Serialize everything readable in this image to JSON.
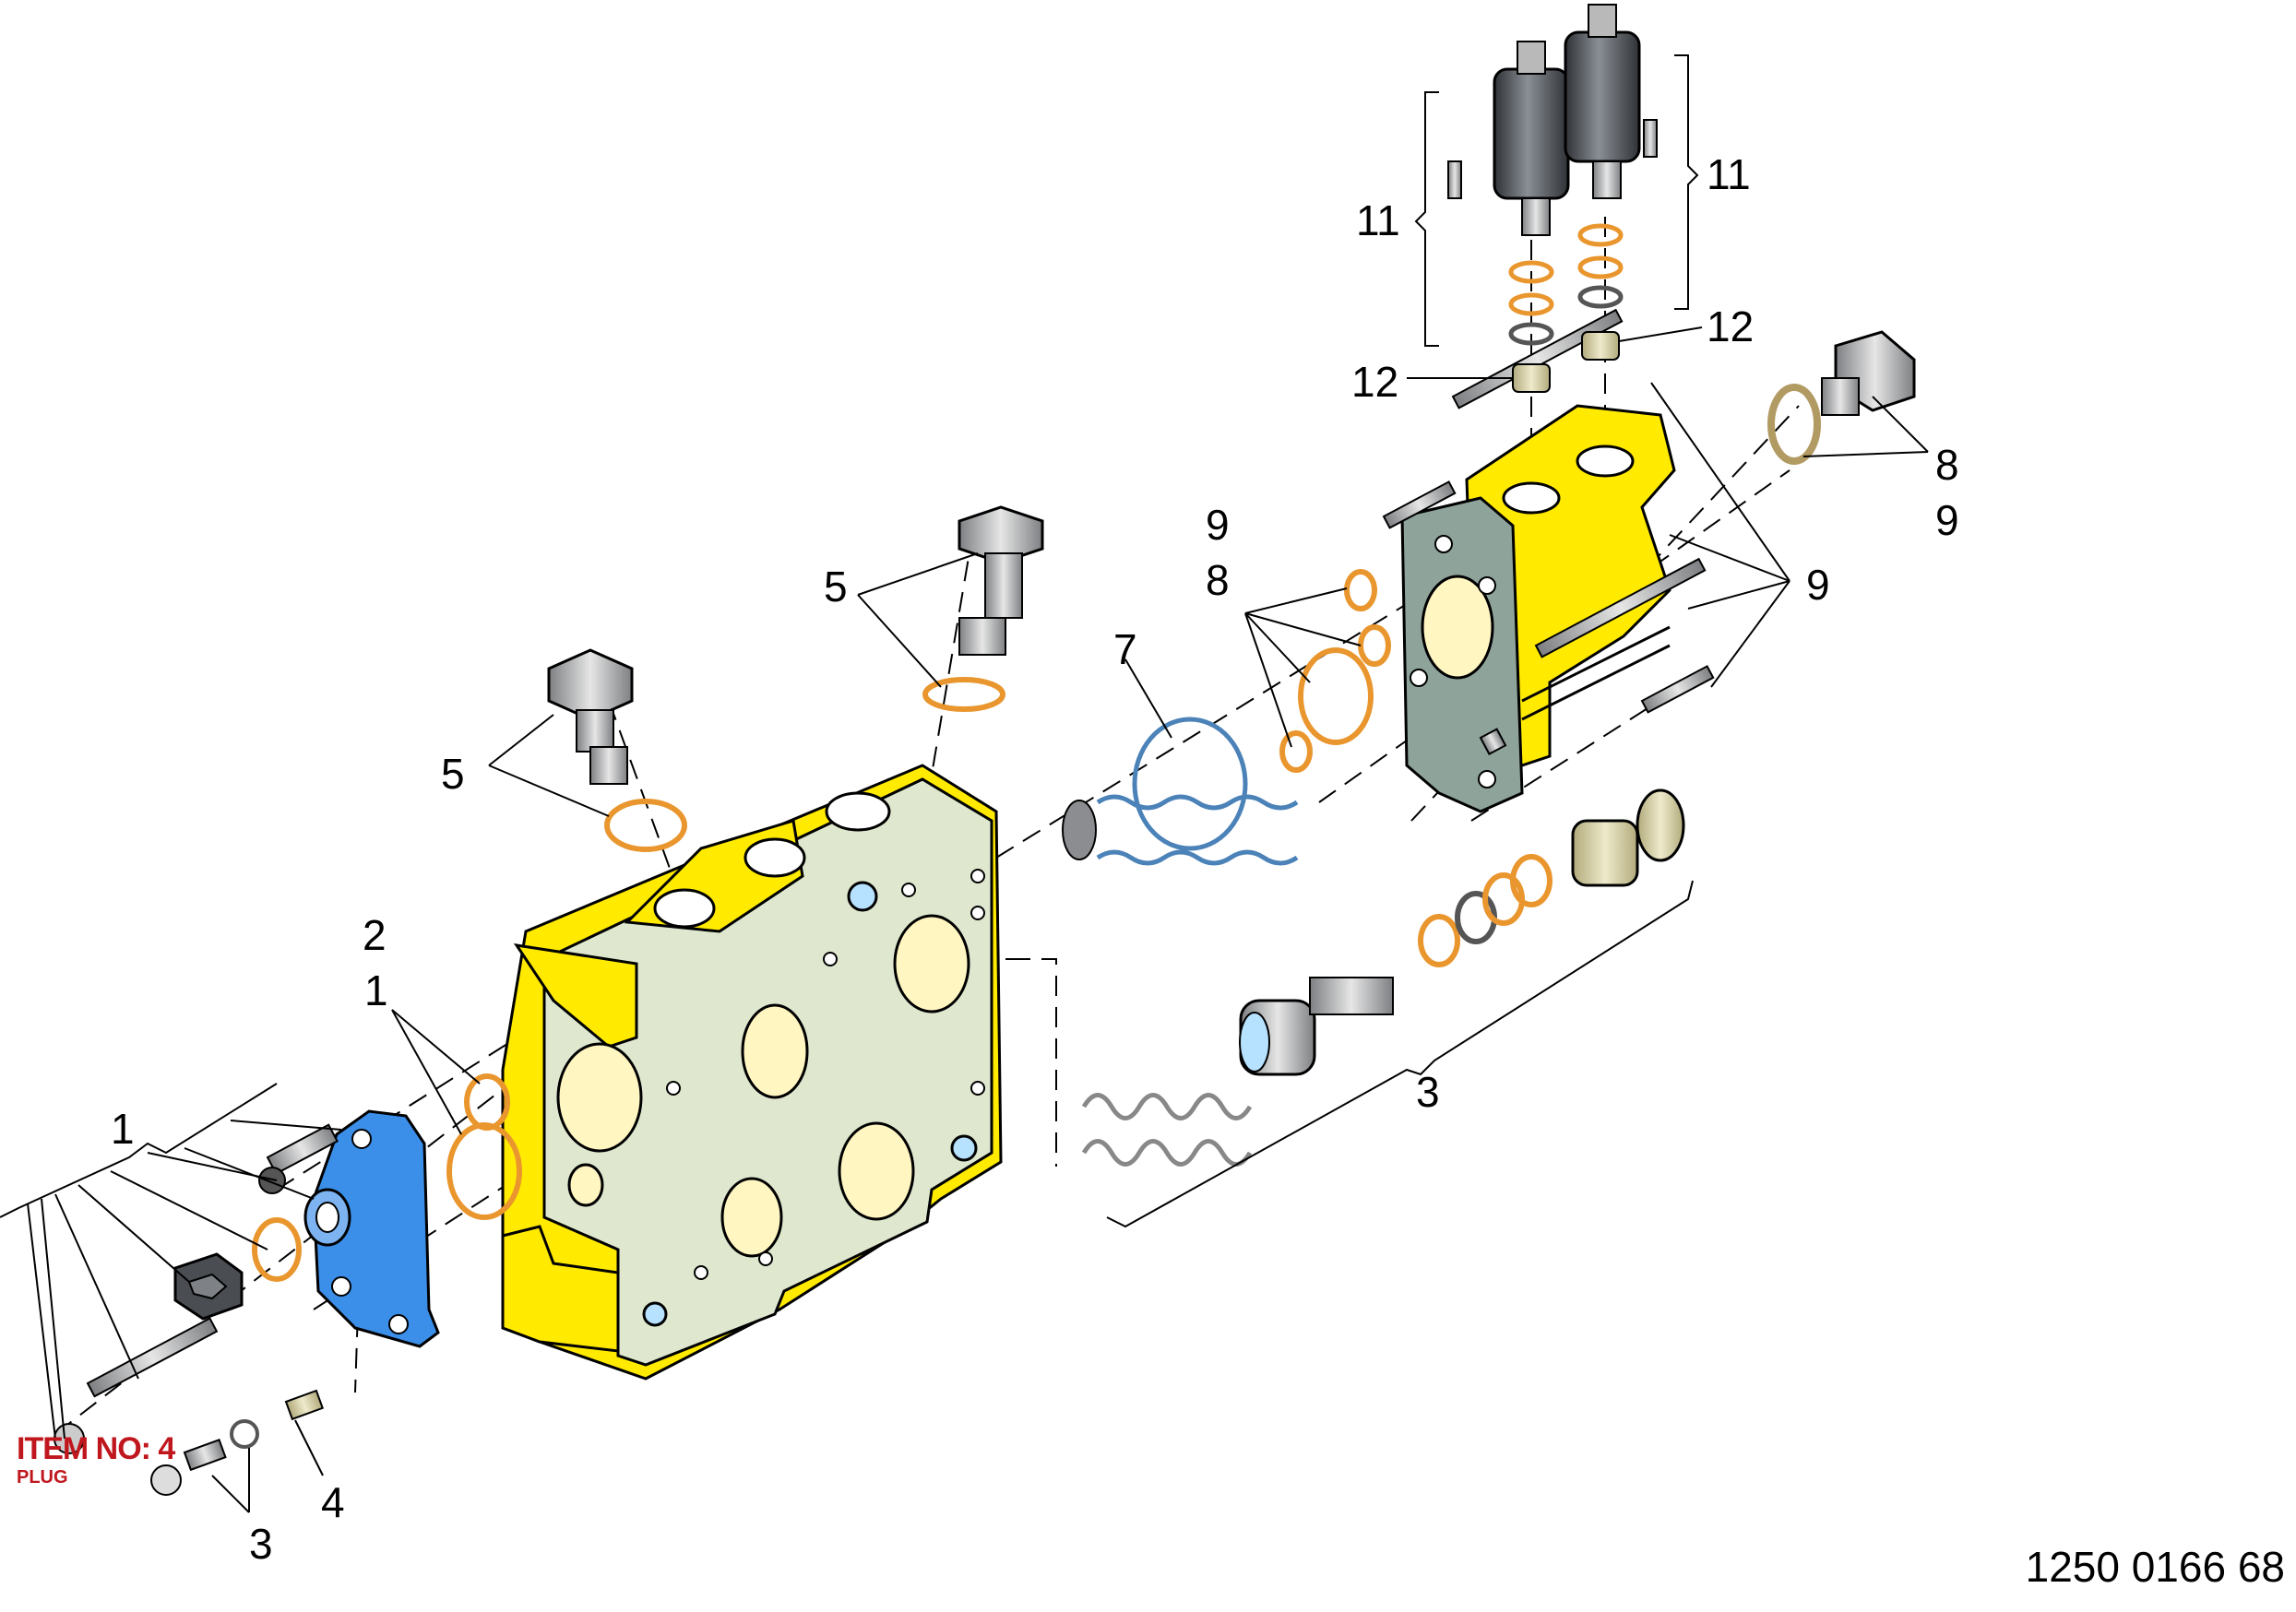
{
  "drawing_number": "1250 0166 68",
  "item_tag": {
    "title": "ITEM NO: 4",
    "subtitle": "PLUG"
  },
  "labels": {
    "l1_left": "1",
    "l1_mid": "1",
    "l2": "2",
    "l3_bottom": "3",
    "l3_right": "3",
    "l4": "4",
    "l5_left": "5",
    "l5_top": "5",
    "l7": "7",
    "l8_left": "8",
    "l9_left": "9",
    "l8_right": "8",
    "l9_right": "9",
    "l9_mid": "9",
    "l11_left": "11",
    "l11_right": "11",
    "l12_left": "12",
    "l12_right": "12"
  },
  "colors": {
    "housing_yellow": "#ffea00",
    "housing_face": "#dfe8cf",
    "cover_blue": "#3b8fe8",
    "seal_orange": "#e9962e",
    "endplate_grey": "#8ea39a",
    "solenoid_dark": "#4a4d52",
    "spring_blue": "#4b82b8",
    "item_tag_red": "#c0161d"
  }
}
